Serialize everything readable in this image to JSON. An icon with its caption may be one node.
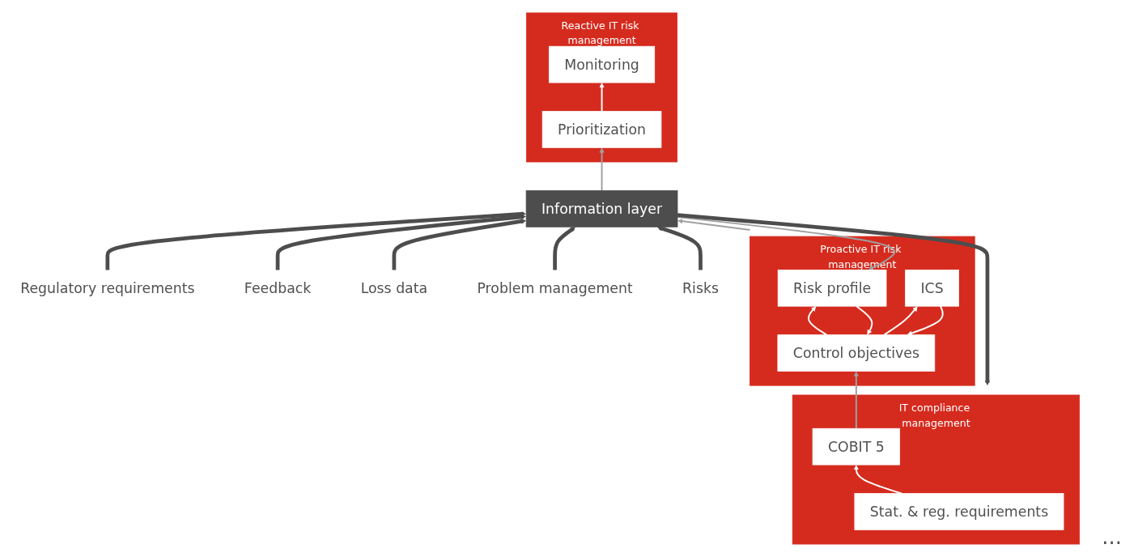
{
  "diagram": {
    "nodes": [
      {
        "text": [
          "IT compliance management"
        ]
      },
      {
        "text": [
          "Stat. & reg. requirements"
        ],
        "in": 0
      },
      {
        "text": [
          "COBIT 5"
        ],
        "in": 0
      },
      {
        "text": [
          "Proactive IT risk management"
        ]
      },
      {
        "text": [
          "Risk profile"
        ],
        "in": 3
      },
      {
        "text": [
          "Control objectives"
        ],
        "in": 3
      },
      {
        "text": [
          "ICS"
        ],
        "in": 3
      },
      {
        "text": [
          "Reactive IT risk management"
        ]
      },
      {
        "text": [
          "Prioritization"
        ],
        "in": 7
      },
      {
        "text": [
          "Monitoring"
        ],
        "in": 7
      },
      {
        "text": [
          "Information layer"
        ]
      },
      {
        "text": [
          "Regulatory requirements"
        ]
      },
      {
        "text": [
          "Feedback"
        ]
      },
      {
        "text": [
          "Loss data"
        ]
      },
      {
        "text": [
          "Problem management"
        ]
      },
      {
        "text": [
          "Risks"
        ]
      }
    ],
    "edges": [
      {
        "from": 1,
        "to": 2,
        "arrow": "to",
        "color": "#ffffff"
      },
      {
        "from": 4,
        "to": 5,
        "arrow": "to",
        "color": "#ffffff"
      },
      {
        "from": 5,
        "to": 4,
        "arrow": "to",
        "color": "#ffffff"
      },
      {
        "from": 5,
        "to": 6,
        "arrow": "to",
        "color": "#ffffff"
      },
      {
        "from": 6,
        "to": 5,
        "arrow": "to",
        "color": "#ffffff"
      },
      {
        "from": 8,
        "to": 9,
        "arrow": "to",
        "color": "#ffffff"
      },
      {
        "from": 2,
        "to": 5,
        "arrow": "to",
        "color": "#a0a0a0"
      },
      {
        "from": 10,
        "to": 4,
        "arrow": "to",
        "color": "#a0a0a0"
      },
      {
        "from": 10,
        "to": 8,
        "arrow": "to",
        "color": "#a0a0a0"
      },
      {
        "from": 3,
        "to": 10,
        "arrow": "to",
        "color": "#a0a0a0"
      },
      {
        "from": 10,
        "to": 0,
        "arrow": "to",
        "style": "thick",
        "color": "#4d4d4d"
      },
      {
        "from": 11,
        "to": 10,
        "arrow": "to",
        "style": "thick",
        "color": "#4d4d4d"
      },
      {
        "from": 12,
        "to": 10,
        "arrow": "to",
        "style": "thick",
        "color": "#4d4d4d"
      },
      {
        "from": 13,
        "to": 10,
        "arrow": "to",
        "style": "thick",
        "color": "#4d4d4d"
      },
      {
        "from": 14,
        "to": 10,
        "arrow": "to",
        "style": "thick",
        "color": "#4d4d4d"
      },
      {
        "from": 15,
        "to": 10,
        "arrow": "to",
        "style": "thick",
        "color": "#4d4d4d"
      }
    ],
    "labels": [
      "..."
    ]
  }
}
